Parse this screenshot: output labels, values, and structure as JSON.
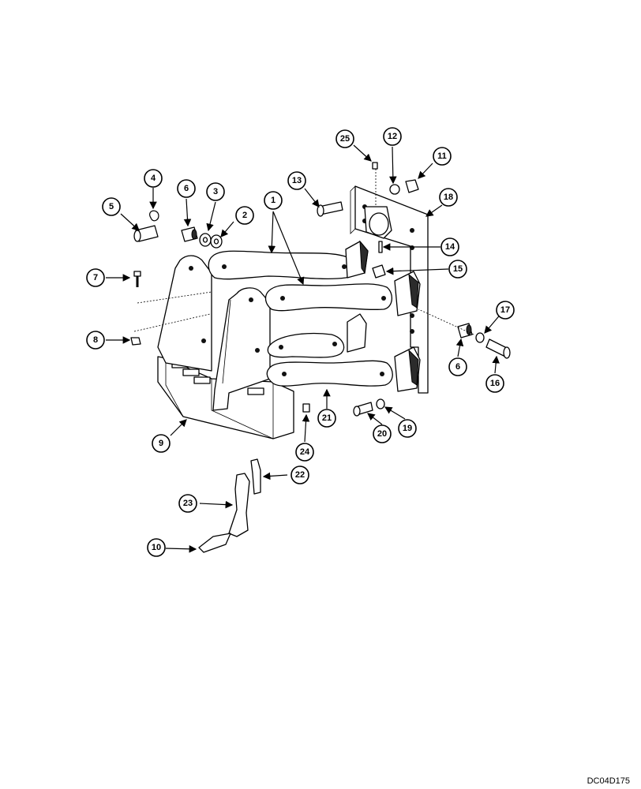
{
  "callouts": [
    "1",
    "2",
    "3",
    "4",
    "5",
    "6",
    "6",
    "7",
    "8",
    "9",
    "10",
    "11",
    "12",
    "13",
    "14",
    "15",
    "16",
    "17",
    "18",
    "19",
    "20",
    "21",
    "22",
    "23",
    "24",
    "25"
  ],
  "reference_code": "DC04D175"
}
